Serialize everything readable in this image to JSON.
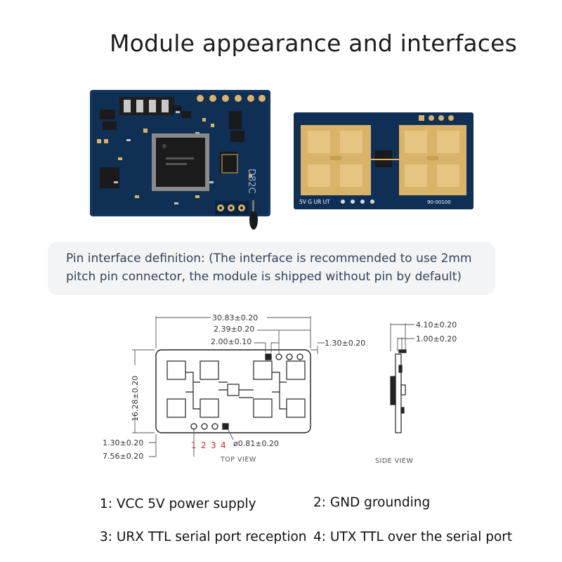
{
  "title": "Module appearance and interfaces",
  "photos": {
    "left_board_marking": "D82C",
    "right_board_pins": "5V G UR UT",
    "right_board_code": "90-00100"
  },
  "info": {
    "line1": "Pin interface definition: (The interface is recommended to use 2mm",
    "line2": "pitch pin connector, the module is shipped without pin by default)"
  },
  "drawing": {
    "dims": {
      "width": "30.83±0.20",
      "d239": "2.39±0.20",
      "d200": "2.00±0.10",
      "d130_top": "1.30±0.20",
      "height": "16.28±0.20",
      "d130_bottom": "1.30±0.20",
      "d756": "7.56±0.20",
      "hole": "ø0.81±0.20",
      "side_410": "4.10±0.20",
      "side_100": "1.00±0.20"
    },
    "pin_numbers": [
      "1",
      "2",
      "3",
      "4"
    ],
    "top_view_label": "TOP VIEW",
    "side_view_label": "SIDE VIEW"
  },
  "pins": {
    "p1": "1: VCC 5V power supply",
    "p2": "2: GND grounding",
    "p3": "3: URX TTL serial port reception",
    "p4": "4: UTX TTL over the serial port"
  },
  "colors": {
    "pcb": "#0f2f55",
    "pcb_dark": "#0a2240",
    "gold": "#d9b368",
    "chip": "#1b1b1b",
    "pin_number_red": "#d62424",
    "info_bg": "#f3f4f5"
  }
}
